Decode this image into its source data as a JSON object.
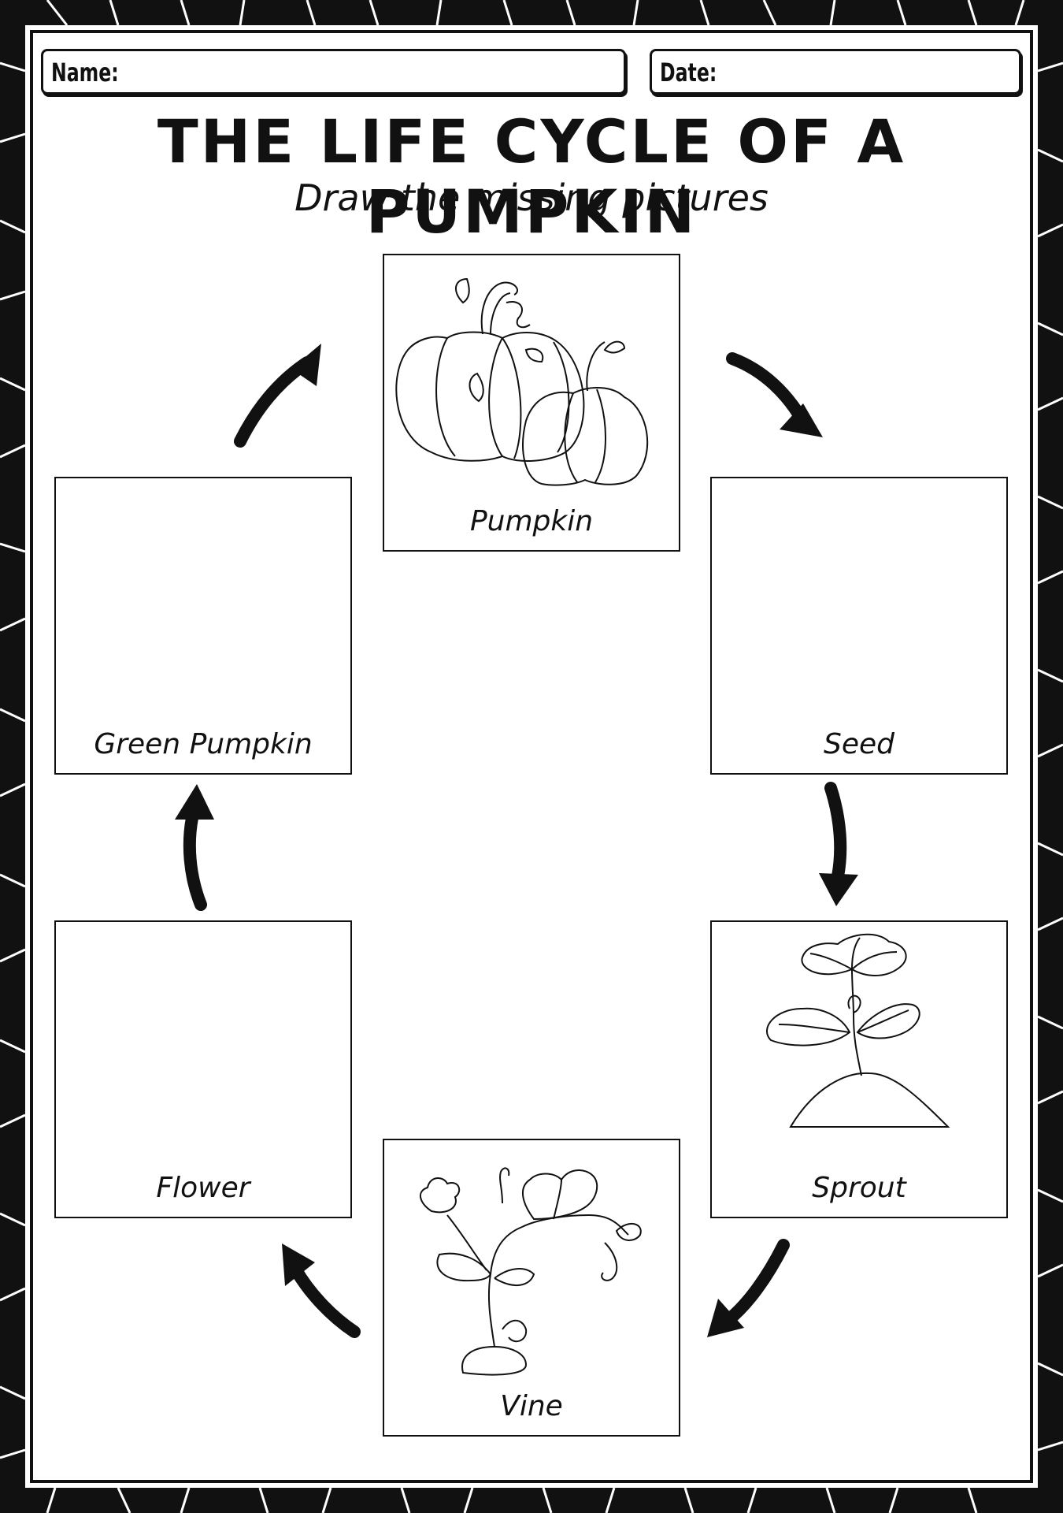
{
  "fields": {
    "name_label": "Name:",
    "date_label": "Date:"
  },
  "title": "THE LIFE CYCLE OF A PUMPKIN",
  "subtitle": "Draw the missing pictures",
  "stages": {
    "pumpkin": "Pumpkin",
    "seed": "Seed",
    "sprout": "Sprout",
    "vine": "Vine",
    "flower": "Flower",
    "green_pumpkin": "Green Pumpkin"
  },
  "icons": [
    "pumpkin-illustration",
    "sprout-illustration",
    "vine-illustration",
    "curved-arrow-icon"
  ]
}
